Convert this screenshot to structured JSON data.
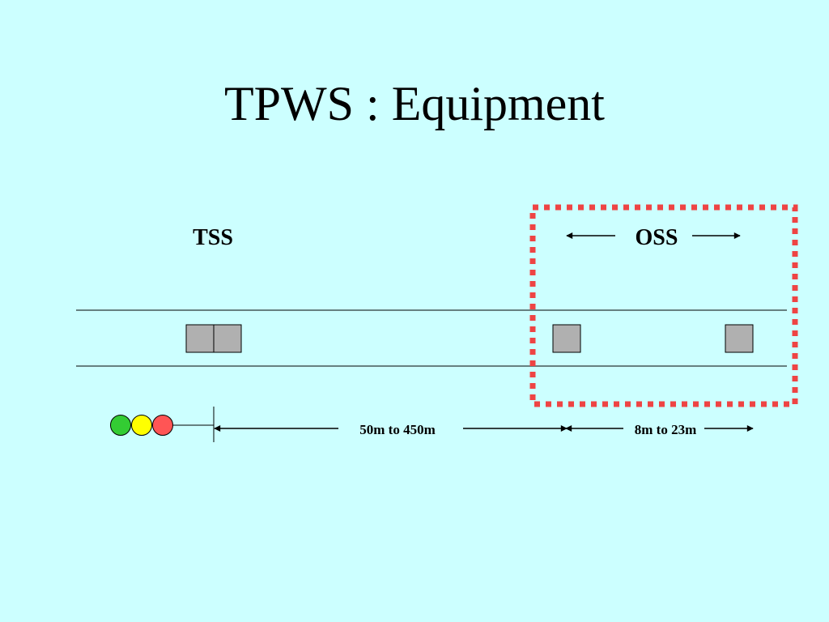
{
  "slide": {
    "title": "TPWS : Equipment"
  },
  "diagram": {
    "tss_label": "TSS",
    "oss_label": "OSS",
    "distance_tss": "50m to 450m",
    "distance_oss": "8m to 23m",
    "signal_lights": [
      "green",
      "yellow",
      "red"
    ]
  },
  "colors": {
    "background": "#ccffff",
    "highlight_box": "#ee4444",
    "equipment_fill": "#b0b0b0",
    "light_green": "#33cc33",
    "light_yellow": "#ffff00",
    "light_red": "#ff5555"
  }
}
